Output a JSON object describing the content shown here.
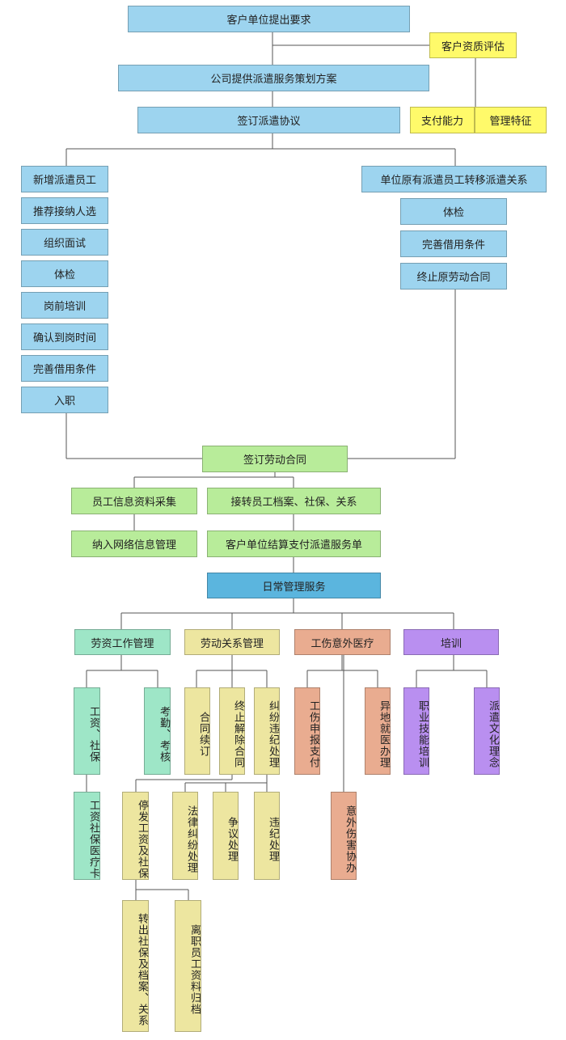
{
  "top": {
    "client_request": "客户单位提出要求",
    "qualification": "客户资质评估",
    "pay_ability": "支付能力",
    "mgmt_features": "管理特征",
    "plan": "公司提供派遣服务策划方案",
    "sign_dispatch": "签订派遣协议"
  },
  "left_branch": {
    "title": "新增派遣员工",
    "steps": [
      "推荐接纳人选",
      "组织面试",
      "体检",
      "岗前培训",
      "确认到岗时间",
      "完善借用条件",
      "入职"
    ]
  },
  "right_branch": {
    "title": "单位原有派遣员工转移派遣关系",
    "steps": [
      "体检",
      "完善借用条件",
      "终止原劳动合同"
    ]
  },
  "middle": {
    "labor_contract": "签订劳动合同",
    "info_collect": "员工信息资料采集",
    "transfer": "接转员工档案、社保、关系",
    "network": "纳入网络信息管理",
    "settlement": "客户单位结算支付派遣服务单",
    "daily": "日常管理服务"
  },
  "categories": {
    "wage": "劳资工作管理",
    "relation": "劳动关系管理",
    "injury": "工伤意外医疗",
    "training": "培训"
  },
  "leaves": {
    "wage_social": "工资、社保",
    "attendance": "考勤、考核",
    "wage_card": "工资社保医疗卡",
    "renew": "合同续订",
    "terminate": "终止解除合同",
    "dispute": "纠纷违纪处理",
    "stop_pay": "停发工资及社保",
    "legal": "法律纠纷处理",
    "argument": "争议处理",
    "violation": "违纪处理",
    "transfer_out": "转出社保及档案、关系",
    "archive": "离职员工资料归档",
    "injury_report": "工伤申报支付",
    "offsite": "异地就医办理",
    "accident": "意外伤害协办",
    "skill": "职业技能培训",
    "culture": "派遣文化理念"
  },
  "colors": {
    "blue": "#9dd4ef",
    "yellow": "#fffa6a",
    "green": "#b8ec9a",
    "dark_blue": "#5bb5de",
    "teal": "#9ee6c7",
    "khaki": "#ede6a0",
    "salmon": "#e9ac90",
    "purple": "#b98ff0"
  }
}
